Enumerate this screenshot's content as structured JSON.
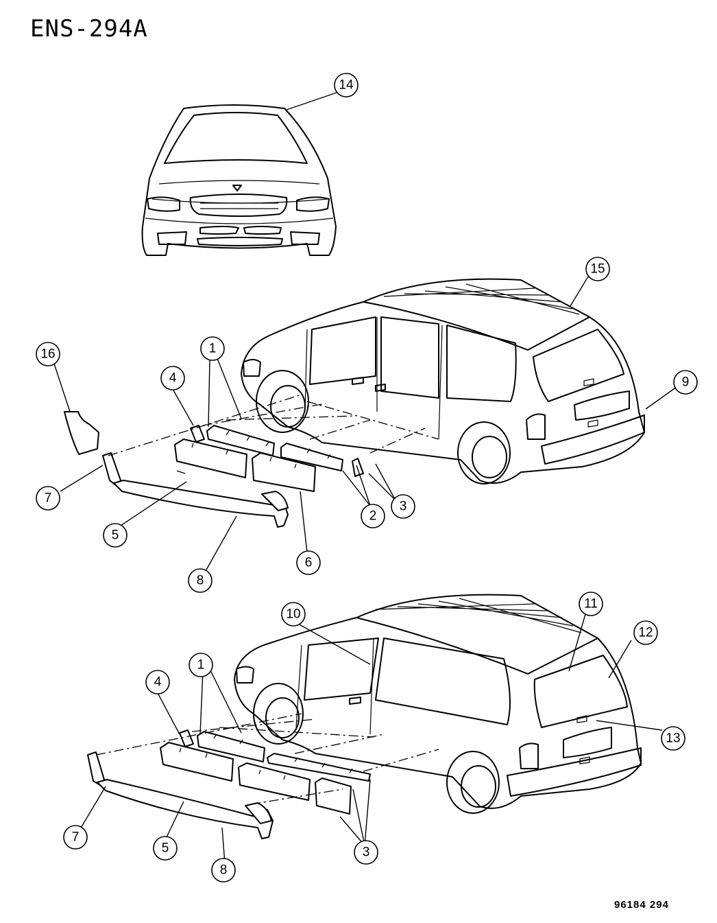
{
  "diagram": {
    "title": "ENS-294A",
    "footer_code": "96184  294"
  },
  "callouts": [
    {
      "id": "c14",
      "label": "14"
    },
    {
      "id": "c15",
      "label": "15"
    },
    {
      "id": "c16",
      "label": "16"
    },
    {
      "id": "c1a",
      "label": "1"
    },
    {
      "id": "c4a",
      "label": "4"
    },
    {
      "id": "c9",
      "label": "9"
    },
    {
      "id": "c7a",
      "label": "7"
    },
    {
      "id": "c5a",
      "label": "5"
    },
    {
      "id": "c2",
      "label": "2"
    },
    {
      "id": "c3a",
      "label": "3"
    },
    {
      "id": "c8a",
      "label": "8"
    },
    {
      "id": "c6",
      "label": "6"
    },
    {
      "id": "c10",
      "label": "10"
    },
    {
      "id": "c11",
      "label": "11"
    },
    {
      "id": "c12",
      "label": "12"
    },
    {
      "id": "c1b",
      "label": "1"
    },
    {
      "id": "c4b",
      "label": "4"
    },
    {
      "id": "c13",
      "label": "13"
    },
    {
      "id": "c7b",
      "label": "7"
    },
    {
      "id": "c5b",
      "label": "5"
    },
    {
      "id": "c3b",
      "label": "3"
    },
    {
      "id": "c8b",
      "label": "8"
    }
  ]
}
